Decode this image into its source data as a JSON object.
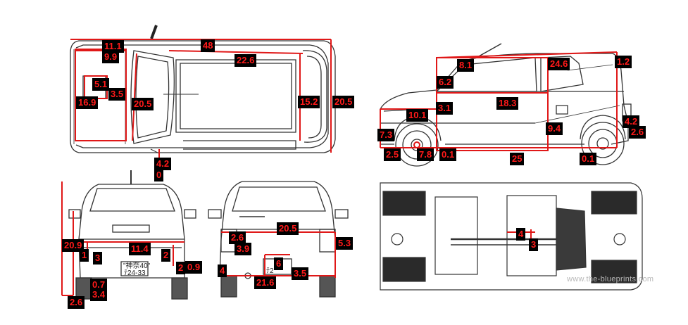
{
  "colors": {
    "measure_line": "#e01818",
    "label_bg": "#000000",
    "label_text": "#ff1a1a",
    "drawing": "#333333"
  },
  "top_view_labels": [
    "11.1",
    "9.9",
    "48",
    "22.6",
    "5.1",
    "3.5",
    "16.9",
    "20.5",
    "15.2",
    "20.5",
    "4.2",
    "0"
  ],
  "side_view_labels": [
    "8.1",
    "24.6",
    "1.2",
    "6.2",
    "3.1",
    "18.3",
    "10.1",
    "9.4",
    "4.2",
    "2.6",
    "7.3",
    "2.5",
    "7.8",
    "0.1",
    "25",
    "0.1"
  ],
  "rear_view_labels": [
    "20.9",
    "11.4",
    "1",
    "3",
    "2",
    "2",
    "0.9",
    "0.7",
    "3.4",
    "2.6"
  ],
  "front_view_labels": [
    "2.6",
    "3.9",
    "20.5",
    "5.3",
    "4",
    "6",
    "3.5",
    "21.6"
  ],
  "bottom_view_labels": [
    "4",
    "3"
  ],
  "plates": {
    "rear_top": "\"神奈40\"",
    "rear_bottom": "ﾃ24-33",
    "front_fragment": "ﾃ2"
  },
  "watermark": "www.the-blueprints.com"
}
